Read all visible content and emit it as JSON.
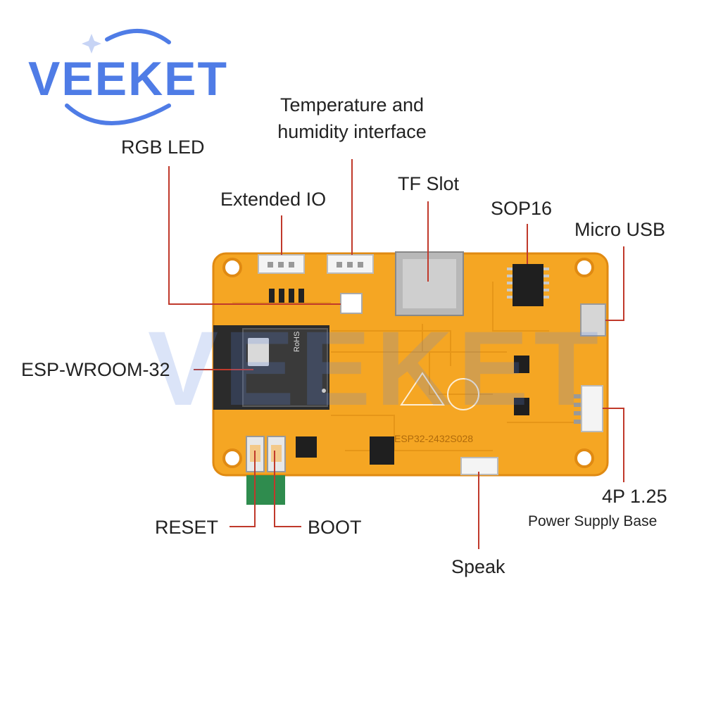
{
  "brand": {
    "name": "VEEKET",
    "color": "#4f7ce6",
    "watermark": "VEEKET"
  },
  "board": {
    "silkscreen": "ESP32-2432S028",
    "module_marking": "RoHS",
    "colors": {
      "pcb": "#f5a623",
      "pcb_edge": "#e08a12",
      "leader_line": "#c0392b"
    }
  },
  "labels": {
    "temp_humidity": {
      "line1": "Temperature and",
      "line2": "humidity interface"
    },
    "rgb_led": "RGB LED",
    "extended_io": "Extended IO",
    "tf_slot": "TF Slot",
    "sop16": "SOP16",
    "micro_usb": "Micro USB",
    "esp_module": "ESP-WROOM-32",
    "power_base": {
      "line1": "4P 1.25",
      "line2": "Power Supply Base"
    },
    "reset": "RESET",
    "boot": "BOOT",
    "speak": "Speak"
  }
}
